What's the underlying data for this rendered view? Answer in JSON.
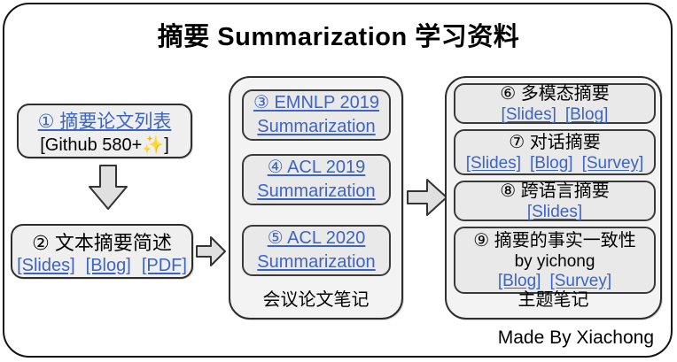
{
  "title": "摘要 Summarization 学习资料",
  "credit": "Made By Xiachong",
  "colors": {
    "link_blue": "#3c64c8",
    "box_fill": "#efefef",
    "container_fill": "#f3f3f3",
    "inner_box_fill": "#e9e9e9",
    "border": "#2e2e2e",
    "arrow_fill": "#e0e0e0"
  },
  "left": {
    "box1": {
      "link": "① 摘要论文列表",
      "subtitle": "[Github 580+✨]"
    },
    "box2": {
      "title": "② 文本摘要简述",
      "links": [
        "[Slides]",
        "[Blog]",
        "[PDF]"
      ]
    }
  },
  "middle": {
    "label": "会议论文笔记",
    "boxes": [
      {
        "line1": "③ EMNLP 2019",
        "line2": "Summarization"
      },
      {
        "line1": "④ ACL 2019",
        "line2": "Summarization"
      },
      {
        "line1": "⑤ ACL 2020",
        "line2": "Summarization"
      }
    ]
  },
  "right": {
    "label": "主题笔记",
    "boxes": [
      {
        "title": "⑥ 多模态摘要",
        "links": [
          "[Slides]",
          "[Blog]"
        ]
      },
      {
        "title": "⑦ 对话摘要",
        "links": [
          "[Slides]",
          "[Blog]",
          "[Survey]"
        ]
      },
      {
        "title": "⑧ 跨语言摘要",
        "links": [
          "[Slides]"
        ]
      },
      {
        "title": "⑨ 摘要的事实一致性",
        "subtitle": "by yichong",
        "links": [
          "[Blog]",
          "[Survey]"
        ]
      }
    ]
  }
}
